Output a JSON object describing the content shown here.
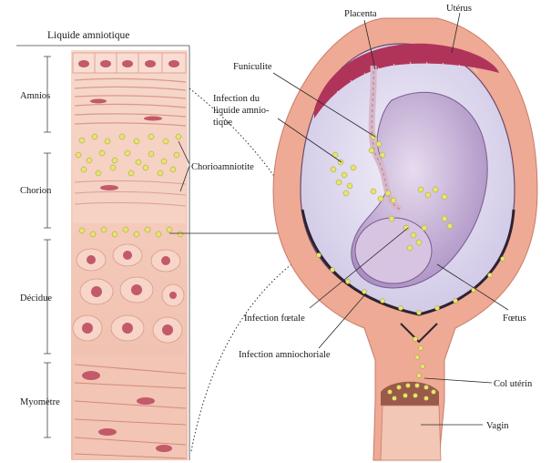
{
  "left_panel": {
    "title": "Liquide amniotique",
    "layers": {
      "amnios": "Amnios",
      "chorion": "Chorion",
      "decidue": "Décidue",
      "myometre": "Myomètre"
    },
    "chorioamniotite": "Chorioamniotite"
  },
  "right_panel": {
    "placenta": "Placenta",
    "uterus": "Utérus",
    "funiculite": "Funiculite",
    "infection_liquide_1": "Infection du",
    "infection_liquide_2": "liquide amnio-",
    "infection_liquide_3": "tique",
    "infection_foetale": "Infection fœtale",
    "infection_amniochoriale": "Infection amniochoriale",
    "foetus": "Fœtus",
    "col_uterin": "Col utérin",
    "vagin": "Vagin"
  },
  "colors": {
    "tissue_pink": "#f3c3b2",
    "uterus_wall": "#e8a08c",
    "amniotic_fluid": "#dcd6ee",
    "fetus": "#c9b4d8",
    "bacteria": "#e6e46a",
    "placenta": "#b0345a"
  }
}
